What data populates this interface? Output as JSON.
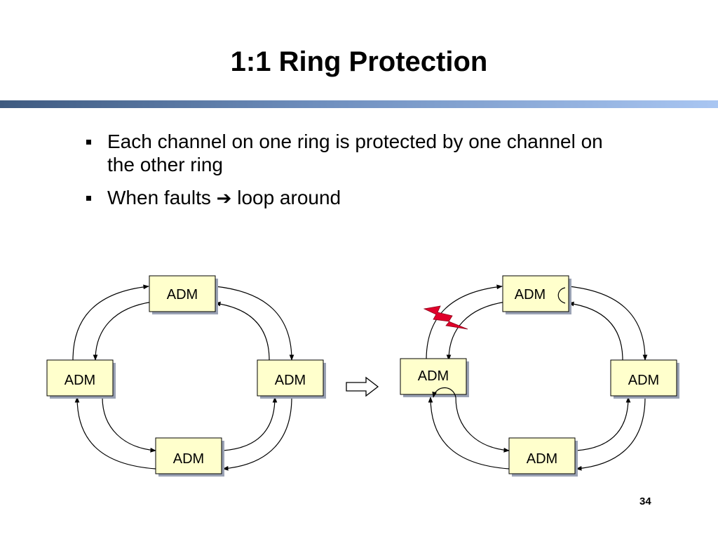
{
  "slide": {
    "title": "1:1 Ring Protection",
    "bullets": [
      {
        "parts": [
          "Each channel on one ring is protected by one channel on the other ring"
        ]
      },
      {
        "parts": [
          "When faults",
          "➔",
          "loop around"
        ]
      }
    ],
    "page_number": "34"
  },
  "diagram": {
    "node_label": "ADM",
    "left_ring": {
      "nodes": [
        "ADM",
        "ADM",
        "ADM",
        "ADM"
      ]
    },
    "right_ring": {
      "nodes": [
        "ADM",
        "ADM",
        "ADM",
        "ADM"
      ],
      "fault_icon": "lightning-bolt-icon"
    },
    "transition_icon": "outline-right-arrow-icon",
    "colors": {
      "node_fill": "#ffffcc",
      "node_shadow": "#9aa2b4",
      "fault": "#e0002a",
      "title_bar_dark": "#3e5a80",
      "title_bar_light": "#a9c6f2"
    }
  }
}
